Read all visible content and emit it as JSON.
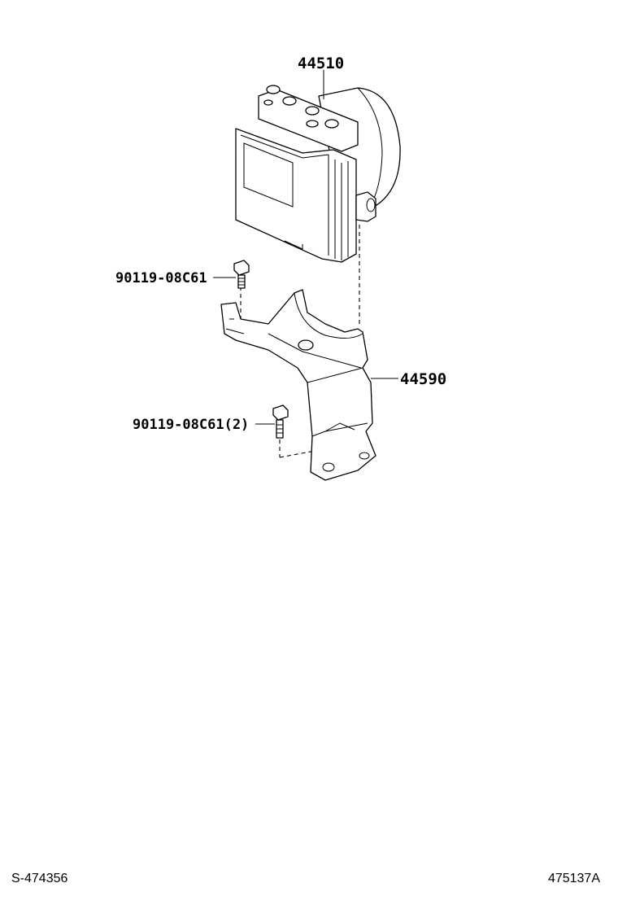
{
  "callouts": {
    "actuator": "44510",
    "bracket": "44590",
    "bolt_upper": "90119-08C61",
    "bolt_lower": "90119-08C61(2)"
  },
  "footer": {
    "left_code": "S-474356",
    "right_code": "475137A"
  }
}
